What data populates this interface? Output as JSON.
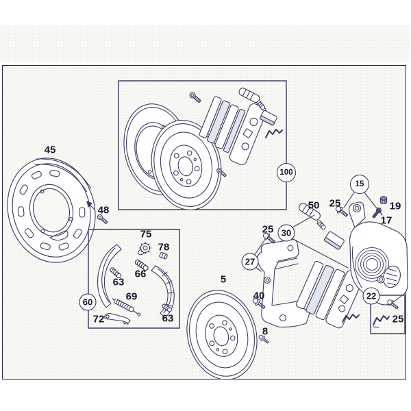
{
  "diagram": {
    "callouts": {
      "n45": "45",
      "n48": "48",
      "n100": "100",
      "n15": "15",
      "n19": "19",
      "n17": "17",
      "n50": "50",
      "n25_sensor": "25",
      "n30": "30",
      "n25_carrier": "25",
      "n27": "27",
      "n40": "40",
      "n5": "5",
      "n8": "8",
      "n60": "60",
      "n75": "75",
      "n78": "78",
      "n66": "66",
      "n63_upper": "63",
      "n69": "69",
      "n72": "72",
      "n63_lower": "63",
      "n22": "22",
      "n25_clip": "25"
    },
    "colors": {
      "frame_border": "#23233b",
      "line": "#3a3a5e",
      "paper": "#f7f7f3",
      "pad_shading": "#e1e5ee",
      "connector_shading": "#cfd3e0",
      "dark_part": "#5e5e7e",
      "mid_part": "#b9bdcf"
    }
  }
}
